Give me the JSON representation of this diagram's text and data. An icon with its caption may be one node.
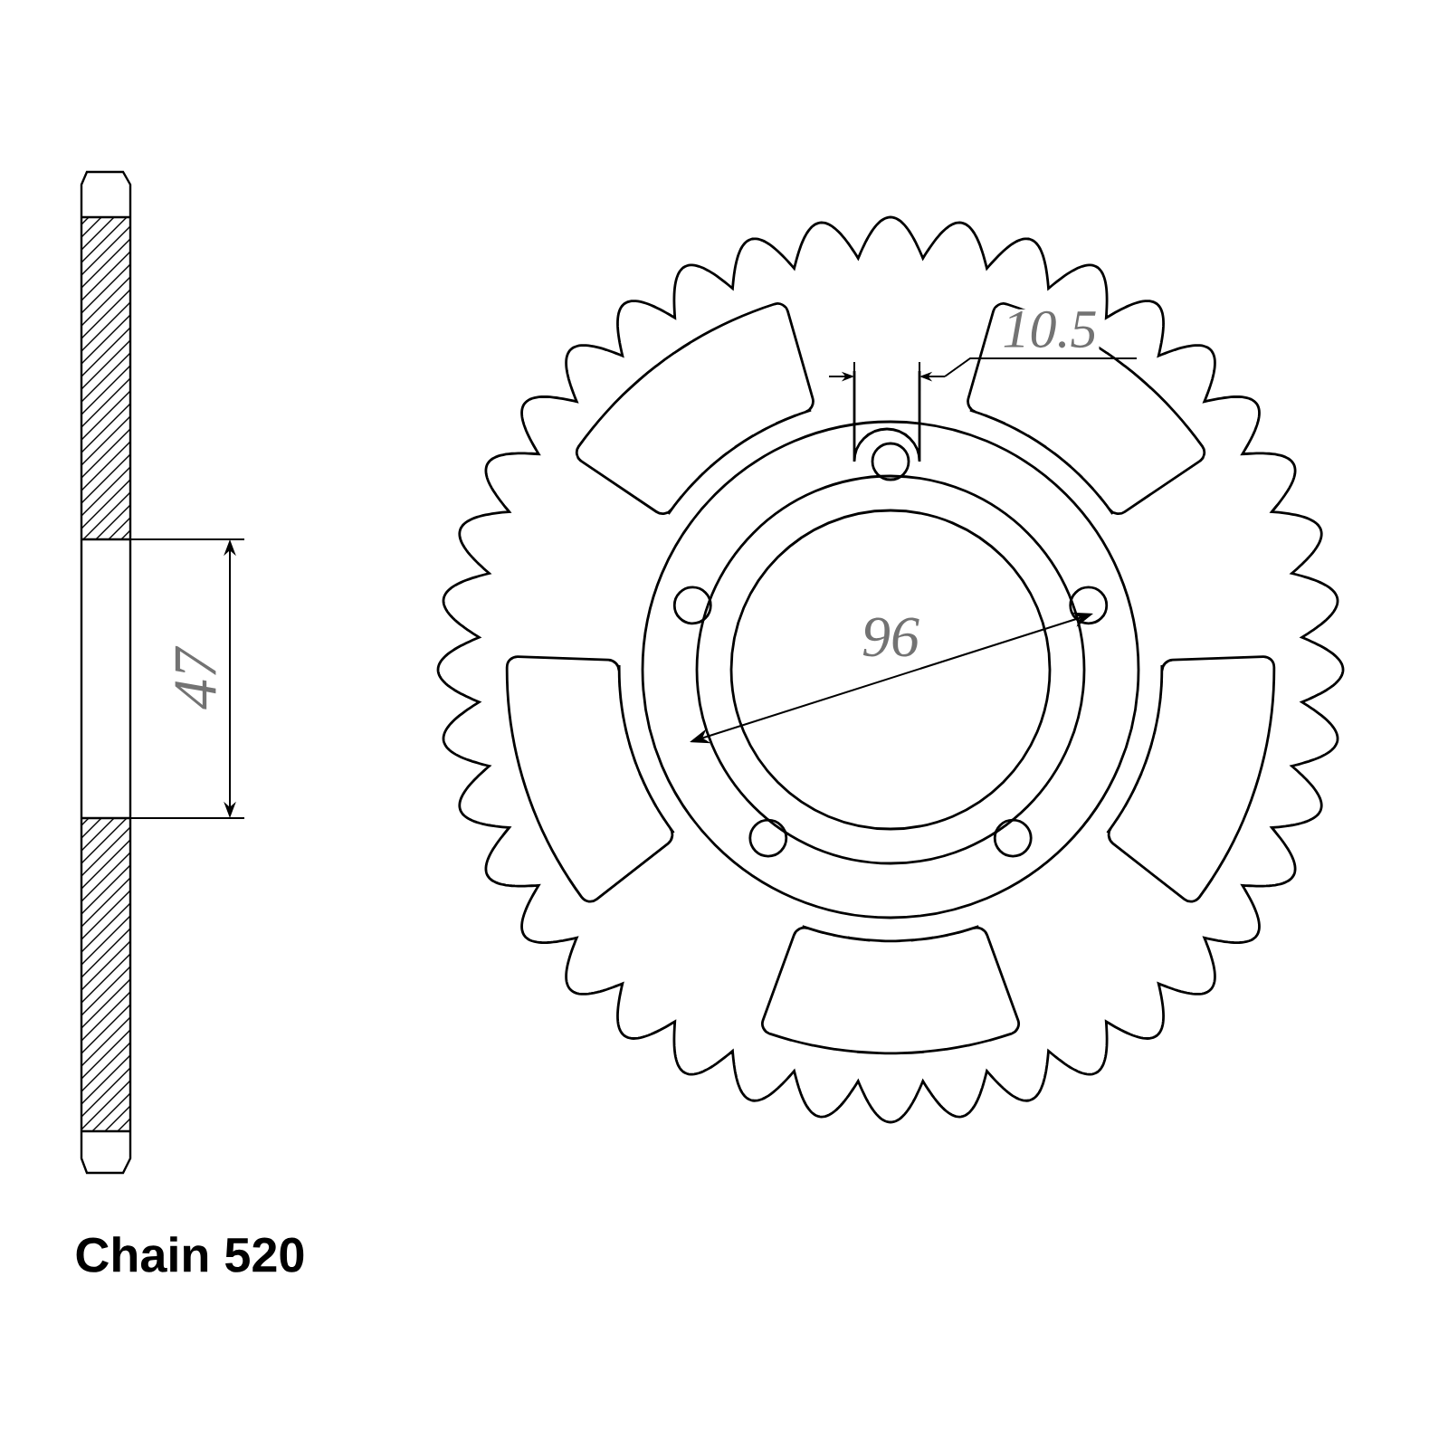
{
  "diagram": {
    "labels": [
      "10.5",
      "47",
      "96",
      "Chain 520"
    ]
  }
}
